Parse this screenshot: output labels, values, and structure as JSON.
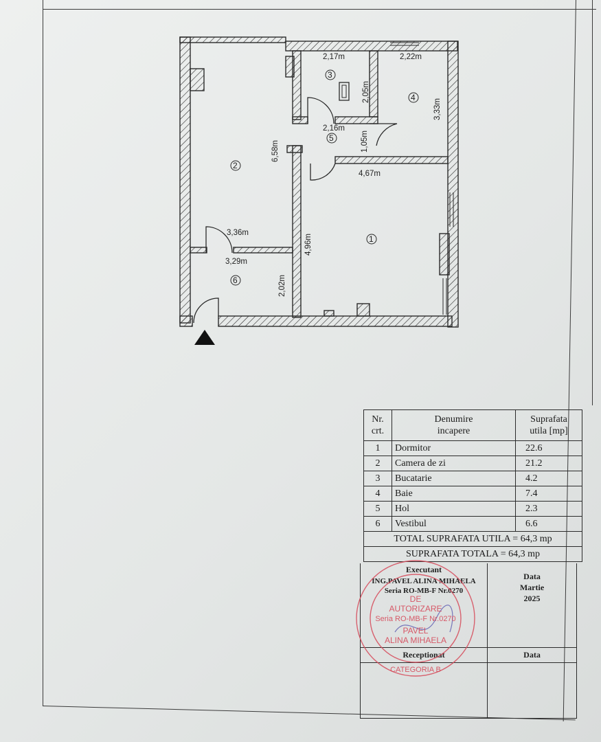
{
  "plan": {
    "dimensions": {
      "d1": "2,17m",
      "d2": "2,22m",
      "d3": "2,05m",
      "d4": "3,33m",
      "d5": "2,16m",
      "d6": "1,05m",
      "d7": "6,58m",
      "d8": "4,67m",
      "d9": "3,36m",
      "d10": "3,29m",
      "d11": "4,96m",
      "d12": "2,02m"
    },
    "room_markers": [
      "1",
      "2",
      "3",
      "4",
      "5",
      "6"
    ]
  },
  "table": {
    "headers": {
      "nr": "Nr.\ncrt.",
      "name": "Denumire\nincapere",
      "area": "Suprafata\nutila [mp]"
    },
    "rows": [
      {
        "nr": "1",
        "name": "Dormitor",
        "area": "22.6"
      },
      {
        "nr": "2",
        "name": "Camera de zi",
        "area": "21.2"
      },
      {
        "nr": "3",
        "name": "Bucatarie",
        "area": "4.2"
      },
      {
        "nr": "4",
        "name": "Baie",
        "area": "7.4"
      },
      {
        "nr": "5",
        "name": "Hol",
        "area": "2.3"
      },
      {
        "nr": "6",
        "name": "Vestibul",
        "area": "6.6"
      }
    ],
    "total_utila": "TOTAL SUPRAFATA UTILA = 64,3 mp",
    "total": "SUPRAFATA TOTALA = 64,3 mp"
  },
  "signature_block": {
    "executant_label": "Executant",
    "executant_name": "ING.PAVEL ALINA MIHAELA",
    "executant_series": "Seria RO-MB-F Nr.0270",
    "data_label": "Data",
    "data_month": "Martie",
    "data_year": "2025",
    "receptionat_label": "Receptionat",
    "data_label_2": "Data"
  },
  "stamp": {
    "center_line1": "DE",
    "center_line2": "AUTORIZARE",
    "center_line3": "Seria RO-MB-F Nr.0270",
    "center_line4": "PAVEL",
    "center_line5": "ALINA MIHAELA",
    "bottom": "CATEGORIA B",
    "color": "#d64a5a"
  },
  "colors": {
    "ink": "#2a2a2a",
    "paper": "#e6e9e8",
    "stamp": "#d64a5a"
  }
}
